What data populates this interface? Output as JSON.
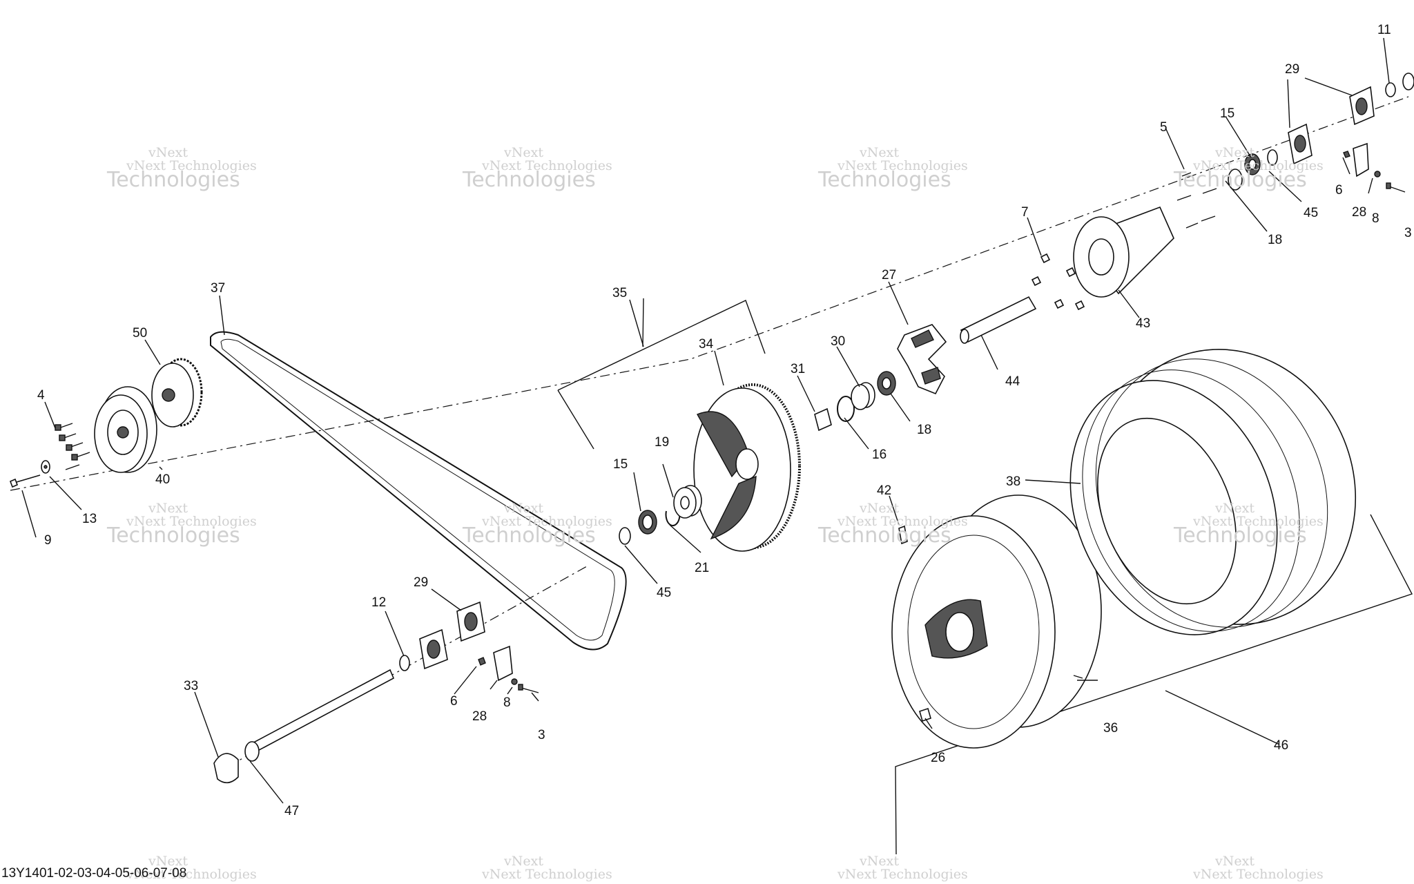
{
  "watermark": {
    "line1": "vNext Technologies",
    "line2": "Technologies",
    "top": "vNext"
  },
  "reference_code": "13Y1401-02-03-04-05-06-07-08",
  "callouts": {
    "c3a": "3",
    "c3b": "3",
    "c4": "4",
    "c5": "5",
    "c6a": "6",
    "c6b": "6",
    "c7": "7",
    "c8a": "8",
    "c8b": "8",
    "c9": "9",
    "c11": "11",
    "c12": "12",
    "c13": "13",
    "c15a": "15",
    "c15b": "15",
    "c16": "16",
    "c18a": "18",
    "c18b": "18",
    "c19": "19",
    "c21": "21",
    "c26": "26",
    "c27": "27",
    "c28a": "28",
    "c28b": "28",
    "c29a": "29",
    "c29b": "29",
    "c30": "30",
    "c31": "31",
    "c33": "33",
    "c34": "34",
    "c35": "35",
    "c36": "36",
    "c37": "37",
    "c38": "38",
    "c40": "40",
    "c42": "42",
    "c43": "43",
    "c44": "44",
    "c45a": "45",
    "c45b": "45",
    "c46": "46",
    "c47": "47",
    "c50": "50"
  }
}
